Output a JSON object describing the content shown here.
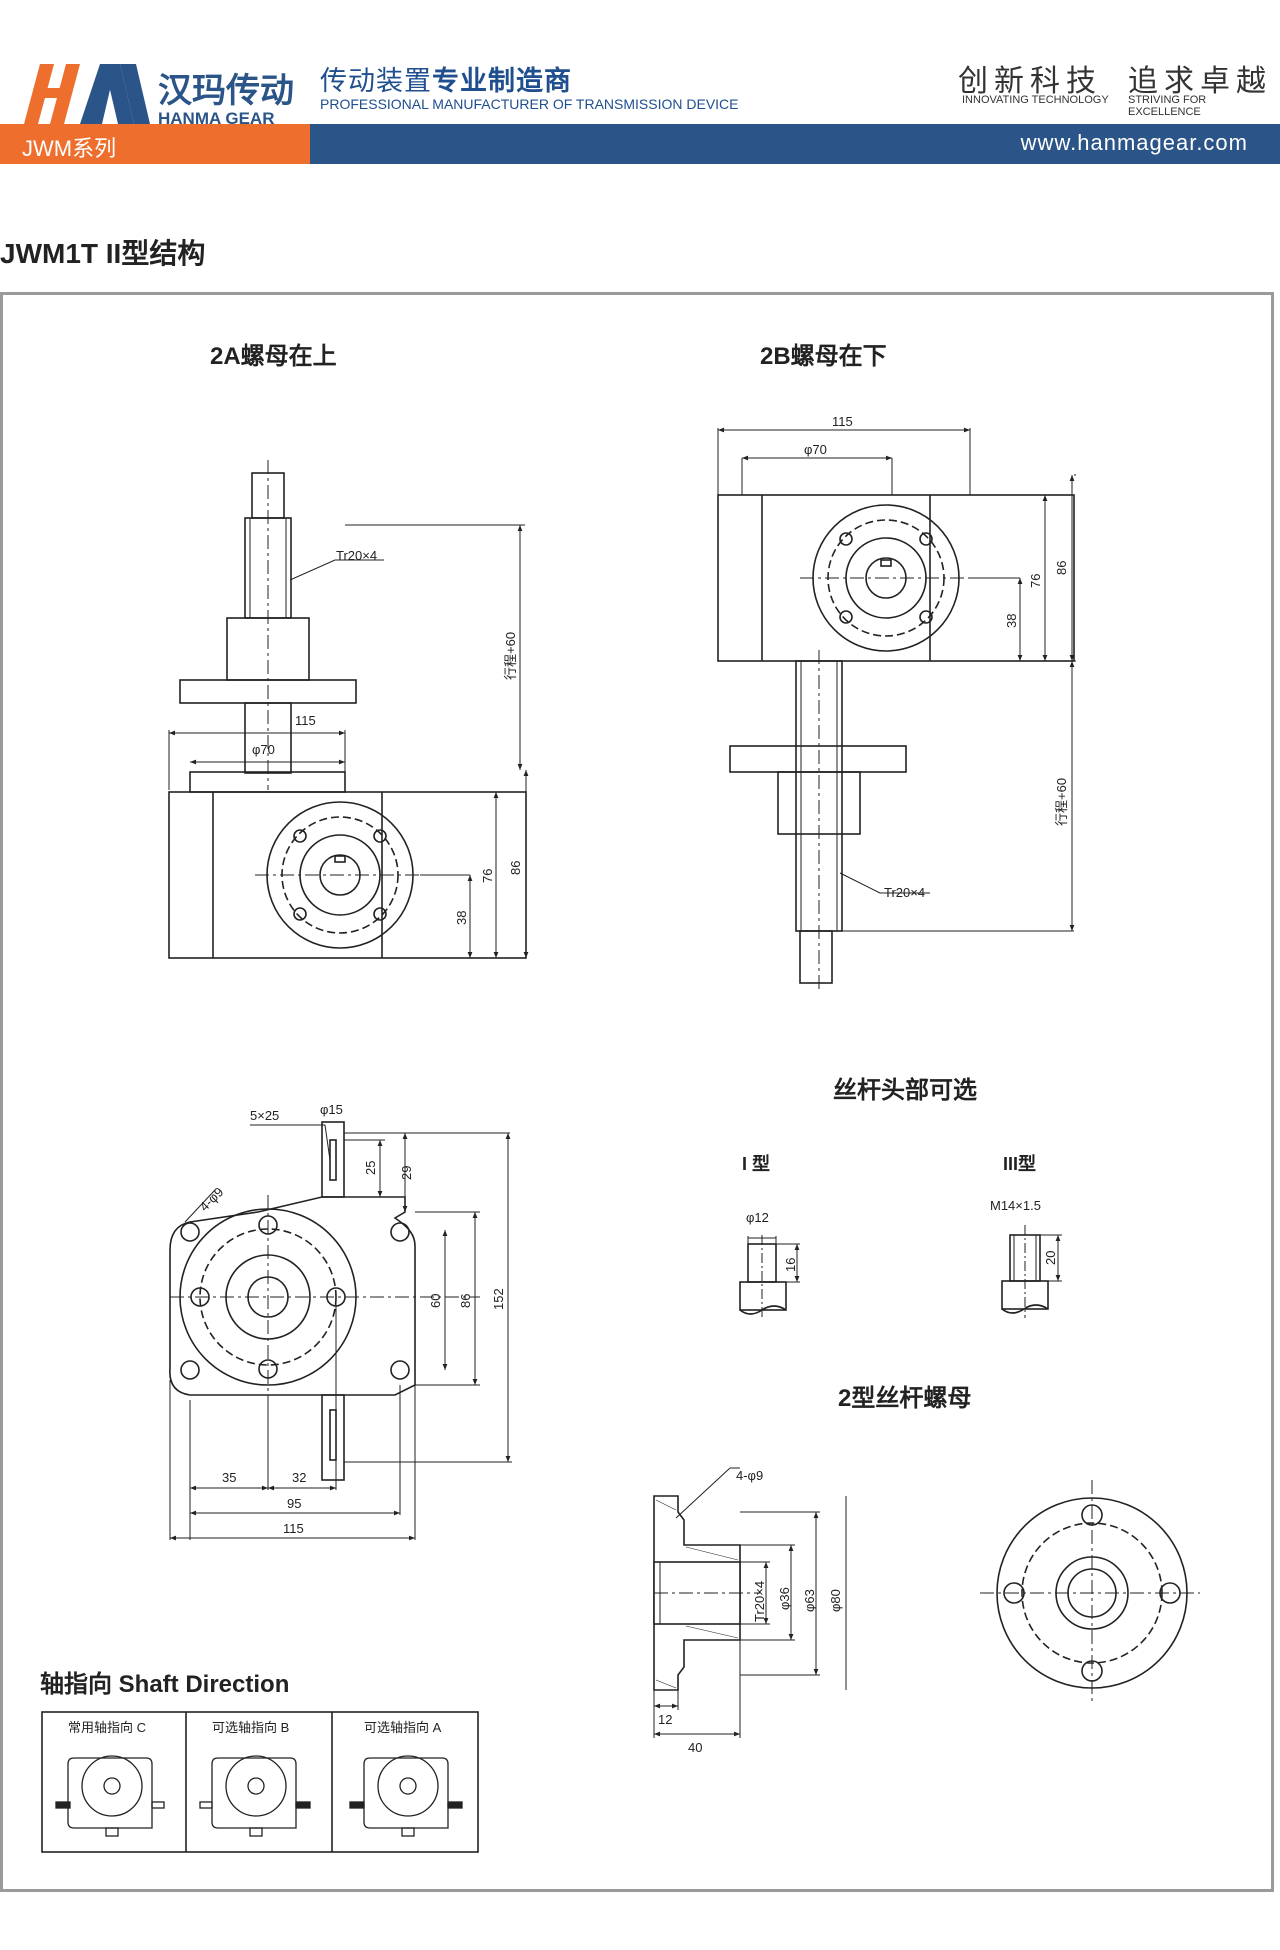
{
  "header": {
    "brand_cn": "汉玛传动",
    "brand_en": "HANMA GEAR",
    "slogan_cn_a": "传动装置",
    "slogan_cn_b": "专业制造商",
    "slogan_en": "PROFESSIONAL MANUFACTURER OF TRANSMISSION DEVICE",
    "motto1_cn": "创新科技",
    "motto1_en": "INNOVATING TECHNOLOGY",
    "motto2_cn": "追求卓越",
    "motto2_en": "STRIVING FOR EXCELLENCE",
    "series": "JWM系列",
    "website": "www.hanmagear.com"
  },
  "section_title": "JWM1T II型结构",
  "view_2a": {
    "title": "2A螺母在上",
    "thread": "Tr20×4",
    "stroke": "行程+60",
    "dims": {
      "w": "115",
      "dia": "φ70",
      "h86": "86",
      "h76": "76",
      "h38": "38"
    }
  },
  "view_2b": {
    "title": "2B螺母在下",
    "thread": "Tr20×4",
    "stroke": "行程+60",
    "dims": {
      "w": "115",
      "dia": "φ70",
      "h86": "86",
      "h76": "76",
      "h38": "38"
    }
  },
  "side_view": {
    "dims": {
      "key": "5×25",
      "shaft": "φ15",
      "holes": "4-φ9",
      "h25": "25",
      "h29": "29",
      "h60": "60",
      "h86": "86",
      "h152": "152",
      "w35": "35",
      "w32": "32",
      "w95": "95",
      "w115": "115"
    }
  },
  "screw_head": {
    "title": "丝杆头部可选",
    "type1": {
      "label": "I 型",
      "dia": "φ12",
      "len": "16"
    },
    "type3": {
      "label": "III型",
      "thread": "M14×1.5",
      "len": "20"
    }
  },
  "nut": {
    "title": "2型丝杆螺母",
    "dims": {
      "holes": "4-φ9",
      "thread": "Tr20×4",
      "d36": "φ36",
      "d63": "φ63",
      "d80": "φ80",
      "l12": "12",
      "l40": "40"
    }
  },
  "shaft_direction": {
    "title": "轴指向 Shaft Direction",
    "cols": [
      "常用轴指向 C",
      "可选轴指向 B",
      "可选轴指向 A"
    ]
  }
}
